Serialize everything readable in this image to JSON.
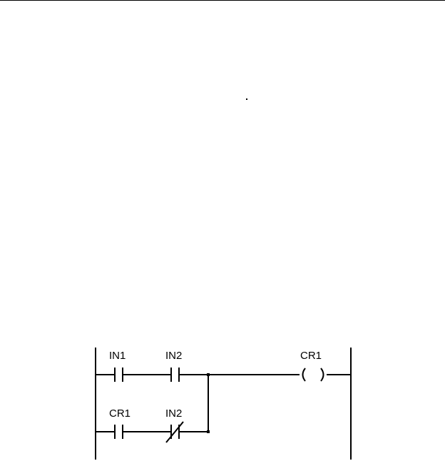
{
  "colors": {
    "ink": "#000000",
    "paper": "#ffffff"
  },
  "ladder": {
    "rung1": {
      "contact_a": "IN1",
      "contact_b": "IN2",
      "coil": "CR1"
    },
    "rung2": {
      "contact_a": "CR1",
      "contact_b": "IN2"
    }
  }
}
